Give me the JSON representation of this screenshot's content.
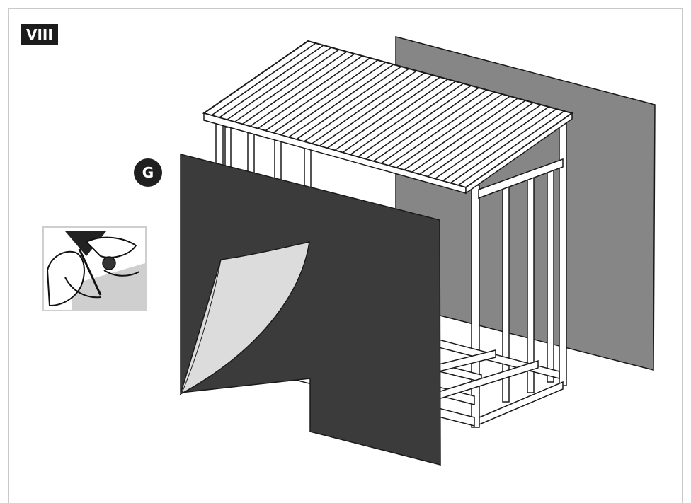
{
  "step": {
    "label": "VIII"
  },
  "part": {
    "label": "G"
  },
  "colors": {
    "panel_front": "#3b3b3b",
    "panel_back": "#858585",
    "film_peel": "#dcdcdc",
    "line": "#1a1a1a",
    "frame_border": "#c9c9c9"
  },
  "icons": {
    "step_badge": "step-number-badge",
    "part_marker": "part-letter-circle",
    "inset": "hand-peeling-film-detail"
  }
}
